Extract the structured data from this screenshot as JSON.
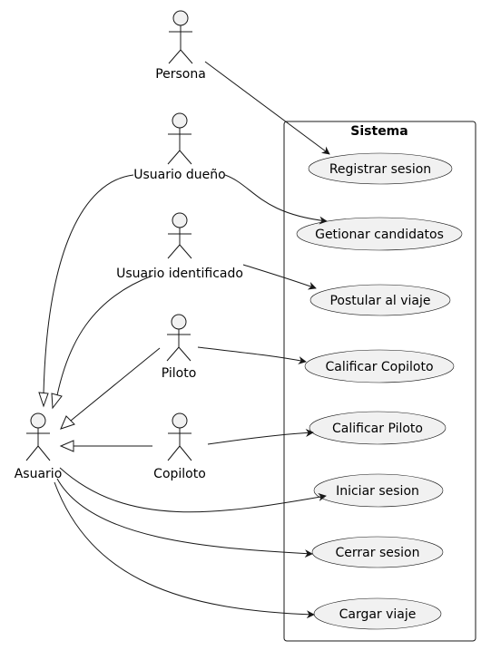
{
  "diagram": {
    "system_title": "Sistema",
    "actors": {
      "persona": "Persona",
      "usuario_dueno": "Usuario dueño",
      "usuario_identificado": "Usuario identificado",
      "piloto": "Piloto",
      "copiloto": "Copiloto",
      "asuario": "Asuario"
    },
    "use_cases": {
      "registrar_sesion": "Registrar sesion",
      "gestionar_candidatos": "Getionar candidatos",
      "postular_viaje": "Postular al viaje",
      "calificar_copiloto": "Calificar Copiloto",
      "calificar_piloto": "Calificar Piloto",
      "iniciar_sesion": "Iniciar sesion",
      "cerrar_sesion": "Cerrar sesion",
      "cargar_viaje": "Cargar viaje"
    }
  }
}
